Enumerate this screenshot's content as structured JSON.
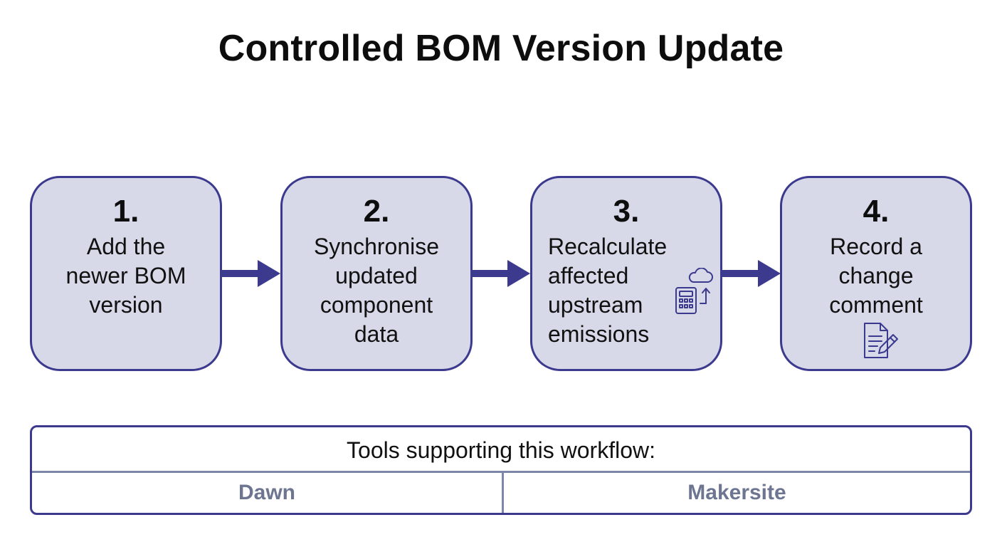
{
  "title": "Controlled BOM Version Update",
  "steps": [
    {
      "number": "1.",
      "lines": [
        "Add the",
        "newer BOM",
        "version"
      ]
    },
    {
      "number": "2.",
      "lines": [
        "Synchronise",
        "updated",
        "component",
        "data"
      ]
    },
    {
      "number": "3.",
      "lines": [
        "Recalculate",
        "affected",
        "upstream",
        "emissions"
      ],
      "icon": "calculator-cloud-icon"
    },
    {
      "number": "4.",
      "lines": [
        "Record a",
        "change",
        "comment"
      ],
      "icon": "document-edit-icon"
    }
  ],
  "tools": {
    "header": "Tools supporting this workflow:",
    "items": [
      "Dawn",
      "Makersite"
    ]
  },
  "colors": {
    "box_fill": "#d7d9e8",
    "accent": "#3b3a8e",
    "tool_text": "#6d7591"
  }
}
